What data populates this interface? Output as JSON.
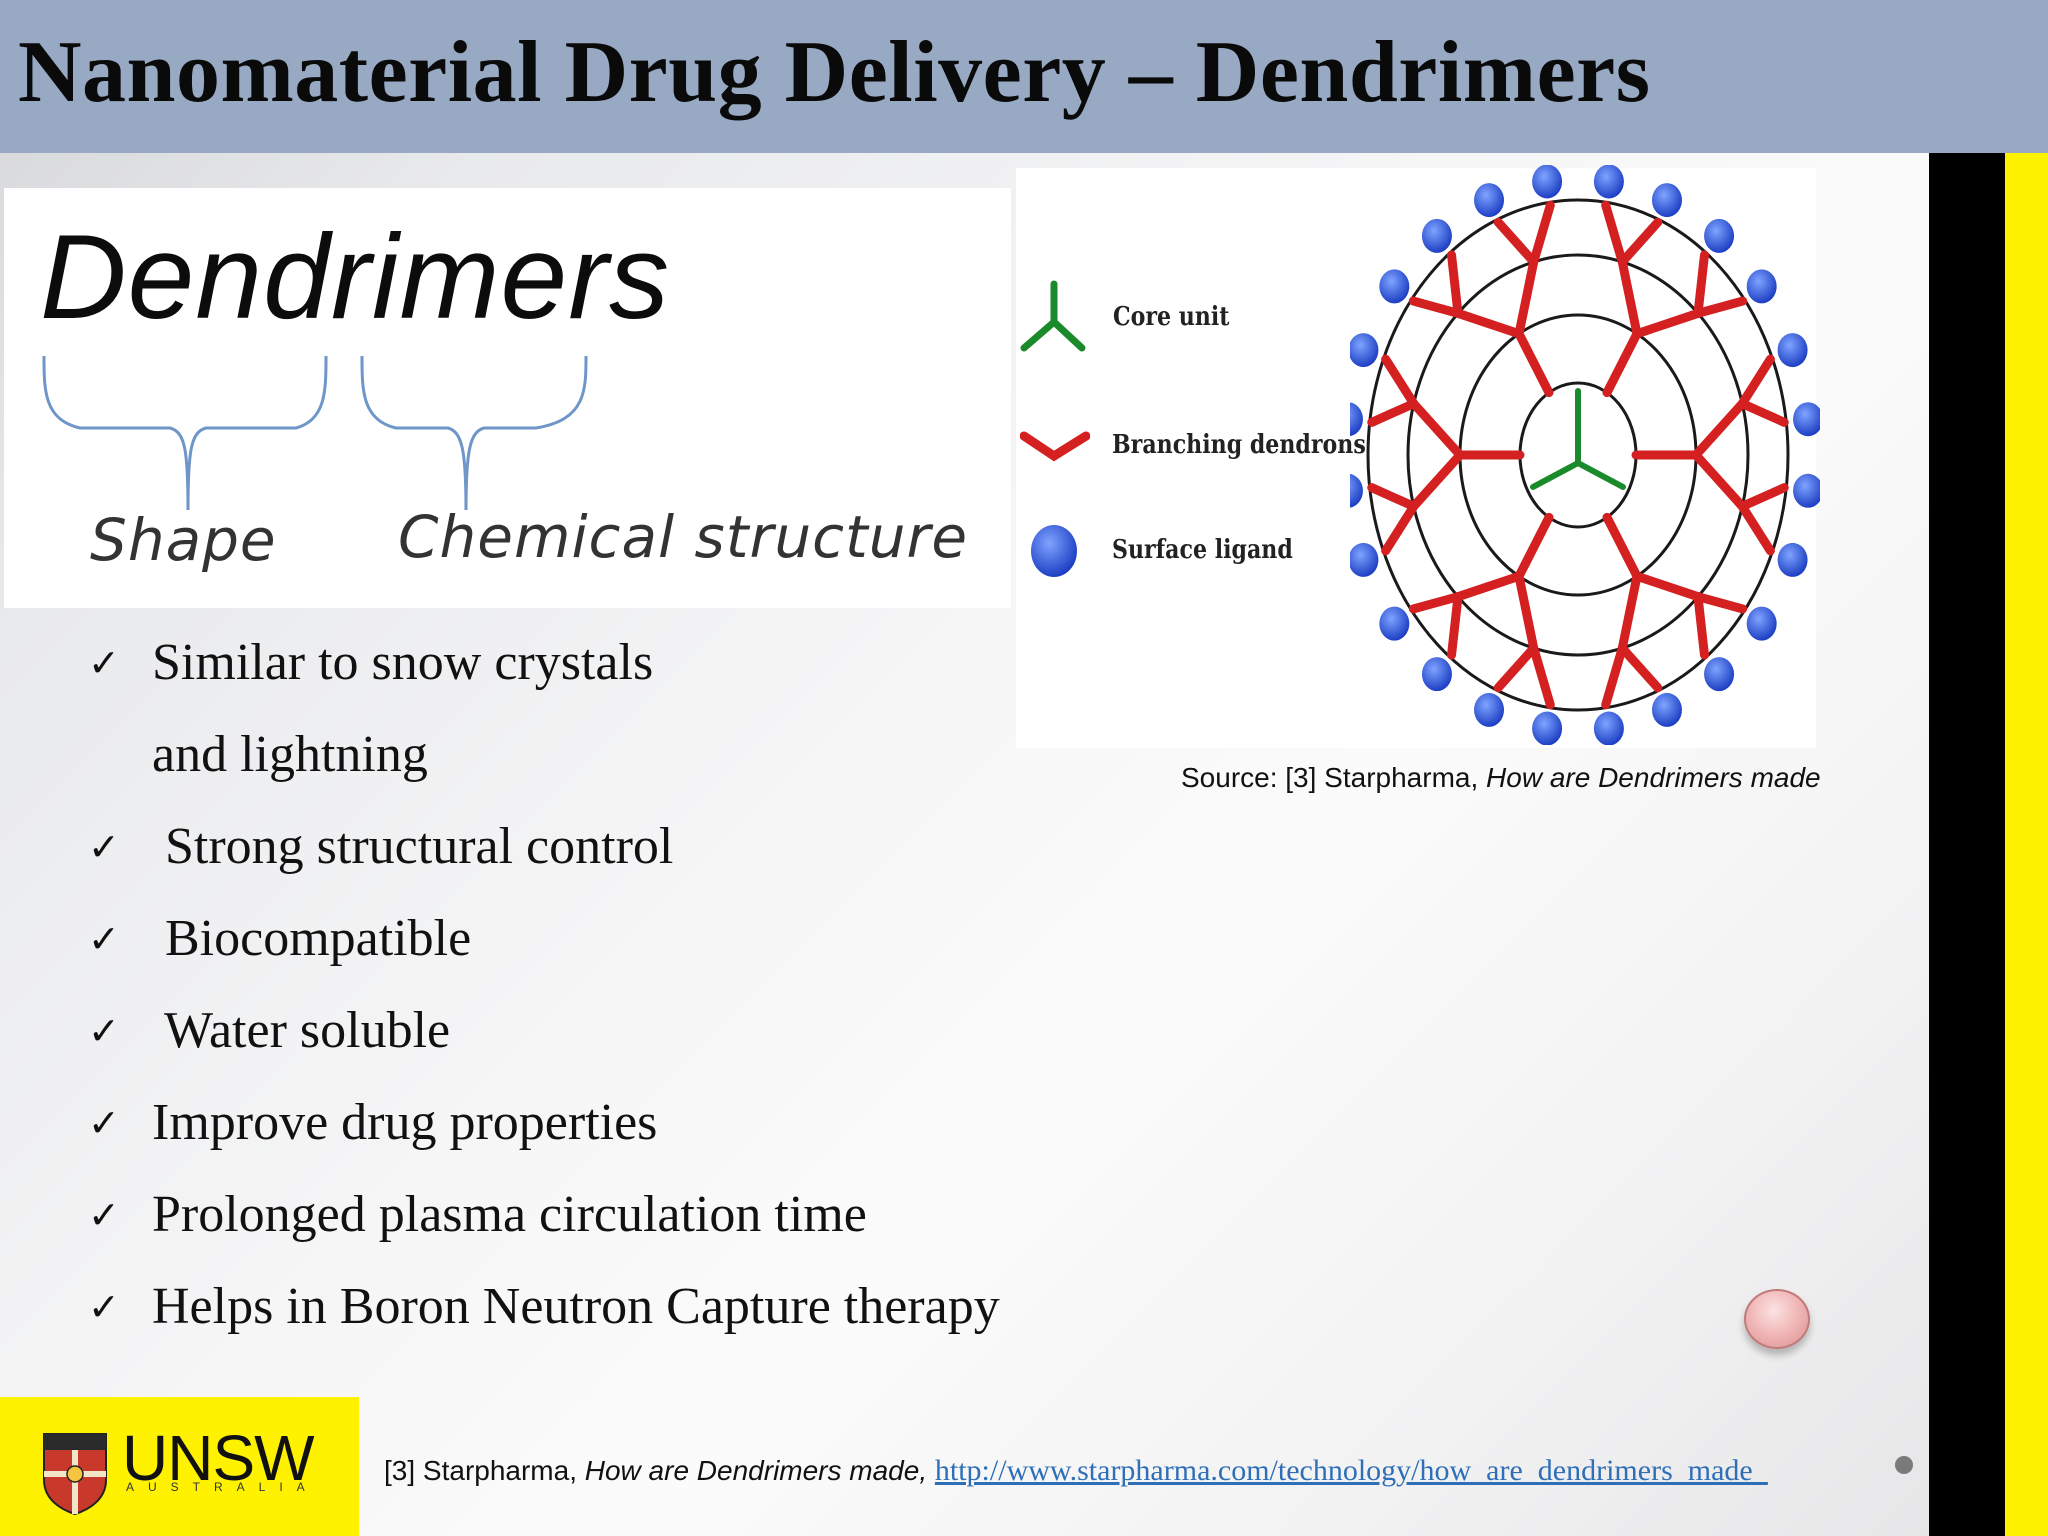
{
  "slide": {
    "title": "Nanomaterial Drug Delivery – Dendrimers"
  },
  "etymology": {
    "word": "Dendrimers",
    "part1": "Shape",
    "part2": "Chemical structure"
  },
  "diagram": {
    "legend": [
      {
        "label": "Core unit",
        "icon": "green-y-core-icon"
      },
      {
        "label": "Branching dendrons",
        "icon": "red-branch-icon"
      },
      {
        "label": "Surface ligand",
        "icon": "blue-sphere-icon"
      }
    ],
    "colors": {
      "core": "#1a8a2a",
      "branch": "#d42020",
      "ligand": "#2a5fd8"
    },
    "source_prefix": "Source: [3] Starpharma, ",
    "source_title": "How are Dendrimers made"
  },
  "bullets": [
    {
      "line1": "Similar to snow crystals",
      "line2": "and lightning"
    },
    {
      "line1": " Strong structural control"
    },
    {
      "line1": " Biocompatible"
    },
    {
      "line1": " Water soluble"
    },
    {
      "line1": "Improve drug properties"
    },
    {
      "line1": "Prolonged plasma circulation time"
    },
    {
      "line1": "Helps in Boron Neutron Capture therapy"
    }
  ],
  "check_glyph": "✓",
  "footer": {
    "logo_text": "UNSW",
    "logo_sub": "AUSTRALIA",
    "ref_prefix": "[3] Starpharma, ",
    "ref_title": "How are Dendrimers made,",
    "ref_url": "http://www.starpharma.com/technology/how_are_dendrimers_made_"
  }
}
